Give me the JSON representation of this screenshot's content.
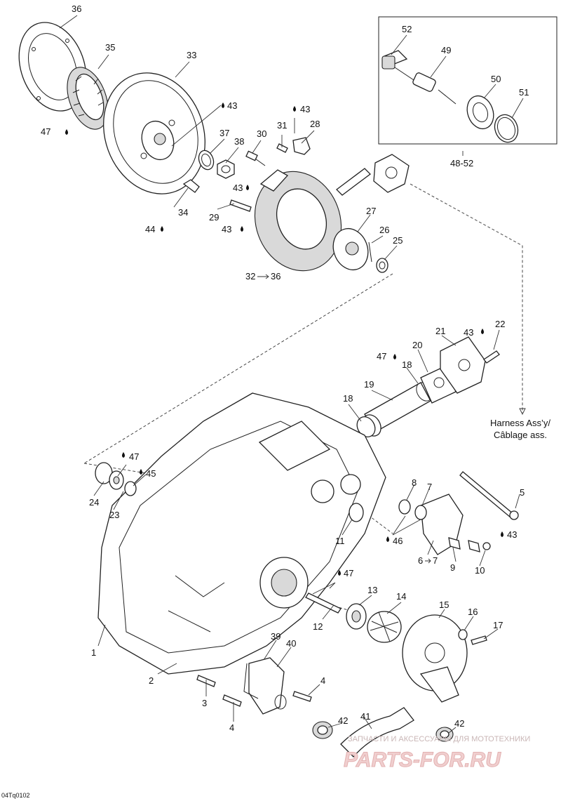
{
  "callouts": [
    {
      "id": "c36",
      "text": "36"
    },
    {
      "id": "c35",
      "text": "35"
    },
    {
      "id": "c33",
      "text": "33"
    },
    {
      "id": "c47a",
      "text": "47"
    },
    {
      "id": "c43a",
      "text": "43"
    },
    {
      "id": "c43b",
      "text": "43"
    },
    {
      "id": "c31",
      "text": "31"
    },
    {
      "id": "c28",
      "text": "28"
    },
    {
      "id": "c37",
      "text": "37"
    },
    {
      "id": "c38",
      "text": "38"
    },
    {
      "id": "c30",
      "text": "30"
    },
    {
      "id": "c43c",
      "text": "43"
    },
    {
      "id": "c34",
      "text": "34"
    },
    {
      "id": "c29",
      "text": "29"
    },
    {
      "id": "c44",
      "text": "44"
    },
    {
      "id": "c43d",
      "text": "43"
    },
    {
      "id": "c32",
      "text": "32"
    },
    {
      "id": "c32to",
      "text": "36"
    },
    {
      "id": "c27",
      "text": "27"
    },
    {
      "id": "c26",
      "text": "26"
    },
    {
      "id": "c25",
      "text": "25"
    },
    {
      "id": "c52",
      "text": "52"
    },
    {
      "id": "c49",
      "text": "49"
    },
    {
      "id": "c50",
      "text": "50"
    },
    {
      "id": "c51",
      "text": "51"
    },
    {
      "id": "c4852",
      "text": "48-52"
    },
    {
      "id": "c21",
      "text": "21"
    },
    {
      "id": "c43e",
      "text": "43"
    },
    {
      "id": "c22",
      "text": "22"
    },
    {
      "id": "c47b",
      "text": "47"
    },
    {
      "id": "c20",
      "text": "20"
    },
    {
      "id": "c18a",
      "text": "18"
    },
    {
      "id": "c19",
      "text": "19"
    },
    {
      "id": "c18b",
      "text": "18"
    },
    {
      "id": "c47c",
      "text": "47"
    },
    {
      "id": "c45",
      "text": "45"
    },
    {
      "id": "c24",
      "text": "24"
    },
    {
      "id": "c23",
      "text": "23"
    },
    {
      "id": "c8",
      "text": "8"
    },
    {
      "id": "c7",
      "text": "7"
    },
    {
      "id": "c5",
      "text": "5"
    },
    {
      "id": "c11",
      "text": "11"
    },
    {
      "id": "c46",
      "text": "46"
    },
    {
      "id": "c6",
      "text": "6"
    },
    {
      "id": "c6to",
      "text": "7"
    },
    {
      "id": "c9",
      "text": "9"
    },
    {
      "id": "c10",
      "text": "10"
    },
    {
      "id": "c43f",
      "text": "43"
    },
    {
      "id": "c47d",
      "text": "47"
    },
    {
      "id": "c13",
      "text": "13"
    },
    {
      "id": "c14",
      "text": "14"
    },
    {
      "id": "c15",
      "text": "15"
    },
    {
      "id": "c16",
      "text": "16"
    },
    {
      "id": "c17",
      "text": "17"
    },
    {
      "id": "c12",
      "text": "12"
    },
    {
      "id": "c1",
      "text": "1"
    },
    {
      "id": "c39",
      "text": "39"
    },
    {
      "id": "c40",
      "text": "40"
    },
    {
      "id": "c2",
      "text": "2"
    },
    {
      "id": "c3",
      "text": "3"
    },
    {
      "id": "c4a",
      "text": "4"
    },
    {
      "id": "c4b",
      "text": "4"
    },
    {
      "id": "c42a",
      "text": "42"
    },
    {
      "id": "c41",
      "text": "41"
    },
    {
      "id": "c42b",
      "text": "42"
    }
  ],
  "harness_label": {
    "line1": "Harness Ass’y/",
    "line2": "Câblage ass."
  },
  "watermark": {
    "text": "ЗАПЧАСТИ И АКСЕССУАРЫ ДЛЯ МОТОТЕХНИКИ",
    "logo": "PARTS-FOR.RU"
  },
  "drawing_code": "04Tq0102",
  "colors": {
    "ink": "#222222",
    "watermark": "#f0cfcf"
  }
}
